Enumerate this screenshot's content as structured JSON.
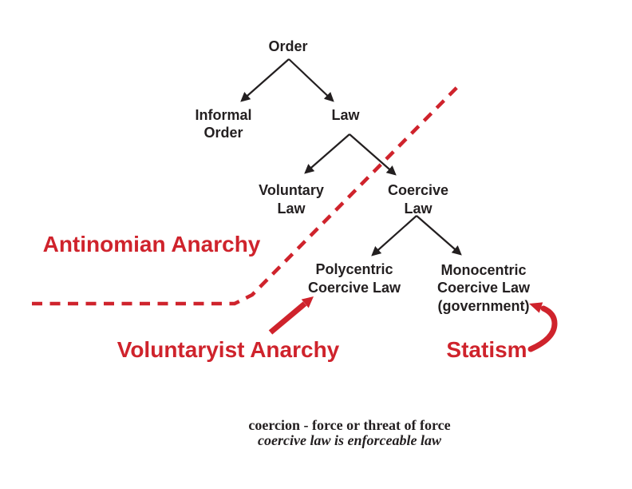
{
  "colors": {
    "background": "#ffffff",
    "black": "#231f20",
    "red": "#cf232c"
  },
  "tree": {
    "order": {
      "label": "Order"
    },
    "informal_order": {
      "line1": "Informal",
      "line2": "Order"
    },
    "law": {
      "label": "Law"
    },
    "voluntary_law": {
      "line1": "Voluntary",
      "line2": "Law"
    },
    "coercive_law": {
      "line1": "Coercive",
      "line2": "Law"
    },
    "polycentric": {
      "line1": "Polycentric",
      "line2": "Coercive Law"
    },
    "monocentric": {
      "line1": "Monocentric",
      "line2": "Coercive Law",
      "line3": "(government)"
    }
  },
  "annotations": {
    "antinomian_anarchy": "Antinomian Anarchy",
    "voluntaryist_anarchy": "Voluntaryist Anarchy",
    "statism": "Statism"
  },
  "footnote": {
    "line1": "coercion - force or threat of force",
    "line2": "coercive law is enforceable law"
  }
}
